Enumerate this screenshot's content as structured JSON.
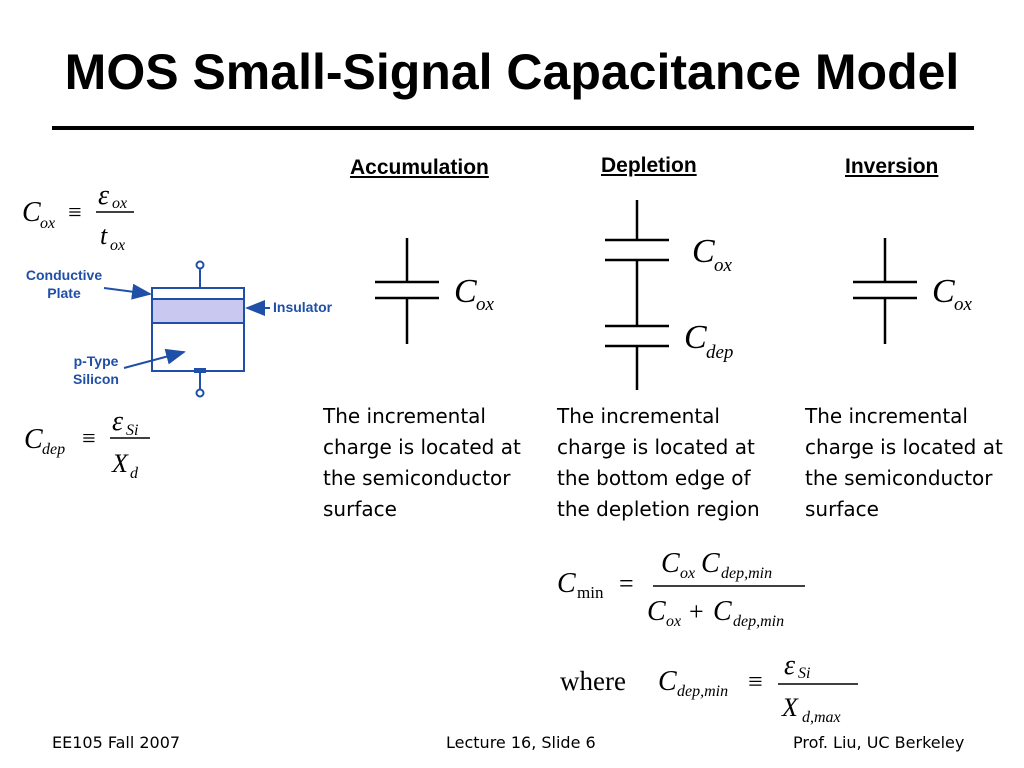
{
  "slide": {
    "title": "MOS Small-Signal Capacitance Model"
  },
  "left_panel": {
    "cox_eq": {
      "lhs": "C",
      "lhs_sub": "ox",
      "rel": "≡",
      "num": "ε",
      "num_sub": "ox",
      "den": "t",
      "den_sub": "ox"
    },
    "diagram": {
      "label_plate": "Conductive Plate",
      "label_insulator": "Insulator",
      "label_silicon": "p-Type Silicon",
      "accent_color": "#1f4fa6",
      "insulator_fill": "#c8c8f0"
    },
    "cdep_eq": {
      "lhs": "C",
      "lhs_sub": "dep",
      "rel": "≡",
      "num": "ε",
      "num_sub": "Si",
      "den": "X",
      "den_sub": "d"
    }
  },
  "columns": [
    {
      "header": "Accumulation",
      "caps": [
        {
          "sym": "C",
          "sub": "ox"
        }
      ],
      "description": [
        "The incremental",
        "charge is located at",
        "the semiconductor",
        "surface"
      ]
    },
    {
      "header": "Depletion",
      "caps": [
        {
          "sym": "C",
          "sub": "ox"
        },
        {
          "sym": "C",
          "sub": "dep"
        }
      ],
      "description": [
        "The incremental",
        "charge is located at",
        "the bottom edge of",
        "the depletion region"
      ]
    },
    {
      "header": "Inversion",
      "caps": [
        {
          "sym": "C",
          "sub": "ox"
        }
      ],
      "description": [
        "The incremental",
        "charge is located at",
        "the semiconductor",
        "surface"
      ]
    }
  ],
  "cmin_eq": {
    "lhs": "C",
    "lhs_sub": "min",
    "rel": "=",
    "num_a": "C",
    "num_a_sub": "ox",
    "num_b": "C",
    "num_b_sub": "dep,min",
    "den_a": "C",
    "den_a_sub": "ox",
    "den_op": "+",
    "den_b": "C",
    "den_b_sub": "dep,min"
  },
  "where_eq": {
    "word": "where",
    "lhs": "C",
    "lhs_sub": "dep,min",
    "rel": "≡",
    "num": "ε",
    "num_sub": "Si",
    "den": "X",
    "den_sub": "d,max"
  },
  "footer": {
    "left": "EE105 Fall 2007",
    "center": "Lecture 16, Slide 6",
    "right": "Prof. Liu, UC Berkeley"
  }
}
